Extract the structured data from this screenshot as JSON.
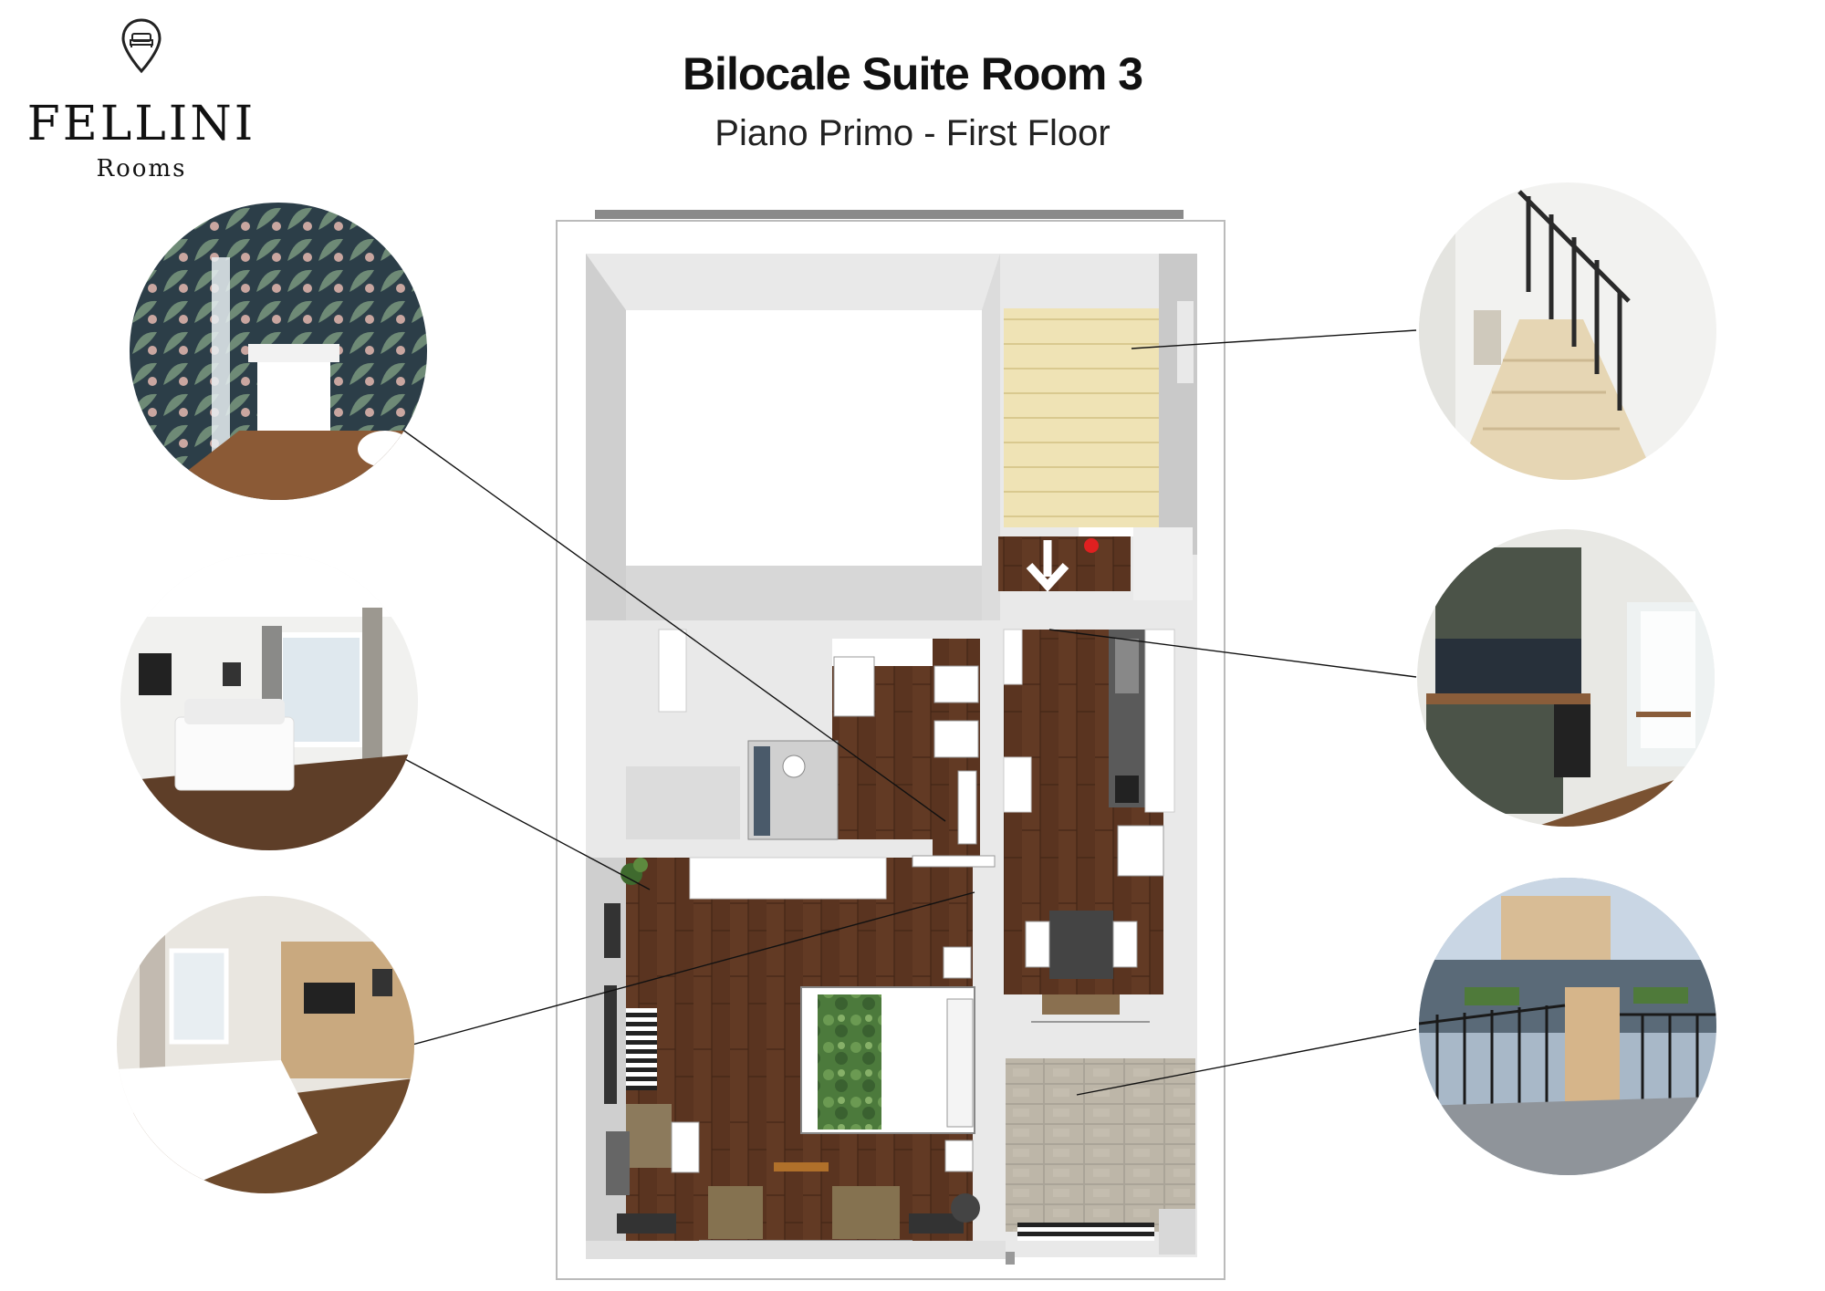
{
  "brand": {
    "name": "FELLINI",
    "sub": "Rooms"
  },
  "header": {
    "title": "Bilocale Suite Room 3",
    "subtitle": "Piano Primo - First Floor"
  },
  "photos": [
    {
      "room": "bathroom"
    },
    {
      "room": "bedroom"
    },
    {
      "room": "bedroom-tv"
    },
    {
      "room": "staircase"
    },
    {
      "room": "kitchen"
    },
    {
      "room": "balcony"
    }
  ],
  "colors": {
    "wood": "#5a3420",
    "tile": "#b6b0a2",
    "wall": "#e9e9e9",
    "stairs": "#efe3b5",
    "accent": "#e02020"
  },
  "icons": [
    "location-pin-icon",
    "bed-icon",
    "arrow-down-icon",
    "entry-marker-icon"
  ]
}
